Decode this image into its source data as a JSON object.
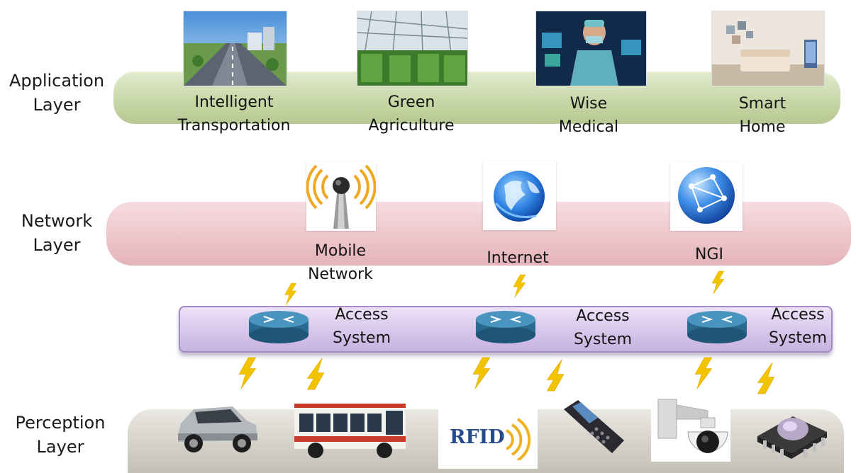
{
  "layers": {
    "application": {
      "label": "Application\nLayer",
      "items": [
        {
          "label": "Intelligent\nTransportation",
          "image": "highway-photo"
        },
        {
          "label": "Green\nAgriculture",
          "image": "greenhouse-photo"
        },
        {
          "label": "Wise\nMedical",
          "image": "doctor-photo"
        },
        {
          "label": "Smart\nHome",
          "image": "bedroom-photo"
        }
      ]
    },
    "network": {
      "label": "Network\nLayer",
      "items": [
        {
          "label": "Mobile\nNetwork",
          "icon": "antenna-icon"
        },
        {
          "label": "Internet",
          "icon": "globe-icon"
        },
        {
          "label": "NGI",
          "icon": "network-globe-icon"
        }
      ]
    },
    "access": {
      "items": [
        {
          "label": "Access\nSystem",
          "icon": "router-icon"
        },
        {
          "label": "Access\nSystem",
          "icon": "router-icon"
        },
        {
          "label": "Access\nSystem",
          "icon": "router-icon"
        }
      ]
    },
    "perception": {
      "label": "Perception\nLayer",
      "items": [
        {
          "icon": "car-icon"
        },
        {
          "icon": "bus-icon"
        },
        {
          "icon": "rfid-icon",
          "text": "RFID"
        },
        {
          "icon": "handheld-scanner-icon"
        },
        {
          "icon": "security-camera-icon"
        },
        {
          "icon": "sensor-chip-icon"
        }
      ]
    }
  },
  "colors": {
    "application_band": "#c8d8a8",
    "network_band": "#edc6cb",
    "access_band": "#d9c9ec",
    "perception_band": "#d6d3cb",
    "lightning": "#f2c400"
  }
}
